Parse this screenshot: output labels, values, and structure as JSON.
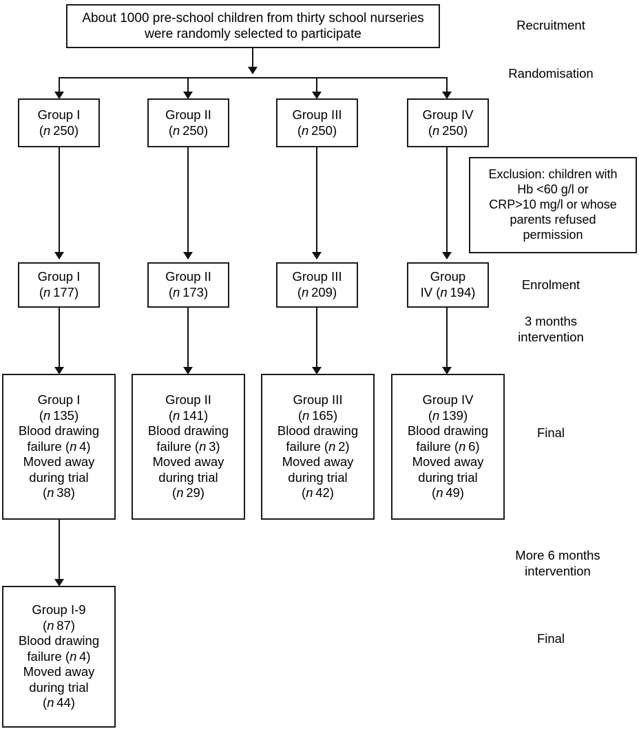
{
  "diagram": {
    "title_box": {
      "lines": [
        "About 1000 pre-school children from thirty school nurseries",
        "were randomly selected to participate"
      ]
    },
    "stage_labels": [
      {
        "name": "recruitment",
        "lines": [
          "Recruitment"
        ]
      },
      {
        "name": "randomisation",
        "lines": [
          "Randomisation"
        ]
      },
      {
        "name": "enrolment",
        "lines": [
          "Enrolment"
        ]
      },
      {
        "name": "three-months-intervention",
        "lines": [
          "3 months",
          "intervention"
        ]
      },
      {
        "name": "final-first",
        "lines": [
          "Final"
        ]
      },
      {
        "name": "more-six-months-intervention",
        "lines": [
          "More 6 months",
          "intervention"
        ]
      },
      {
        "name": "final-second",
        "lines": [
          "Final"
        ]
      }
    ],
    "randomisation_row": [
      {
        "name": "group-i",
        "lines": [
          "Group I",
          "(n 250)"
        ],
        "group": "Group I",
        "n": "250"
      },
      {
        "name": "group-ii",
        "lines": [
          "Group II",
          "(n 250)"
        ],
        "group": "Group II",
        "n": "250"
      },
      {
        "name": "group-iii",
        "lines": [
          "Group III",
          "(n 250)"
        ],
        "group": "Group III",
        "n": "250"
      },
      {
        "name": "group-iv",
        "lines": [
          "Group IV",
          "(n 250)"
        ],
        "group": "Group IV",
        "n": "250"
      }
    ],
    "exclusion_box": {
      "lines": [
        "Exclusion: children with",
        "Hb <60 g/l or",
        "CRP>10 mg/l or whose",
        "parents refused",
        "permission"
      ]
    },
    "enrolment_row": [
      {
        "name": "group-i",
        "lines": [
          "Group I",
          "(n 177)"
        ],
        "group": "Group I",
        "n": "177"
      },
      {
        "name": "group-ii",
        "lines": [
          "Group II",
          "(n 173)"
        ],
        "group": "Group II",
        "n": "173"
      },
      {
        "name": "group-iii",
        "lines": [
          "Group III",
          "(n 209)"
        ],
        "group": "Group III",
        "n": "209"
      },
      {
        "name": "group-iv",
        "lines": [
          "Group",
          "IV (n 194)"
        ],
        "group": "Group IV",
        "n": "194"
      }
    ],
    "final_row": [
      {
        "name": "group-i",
        "group": "Group I",
        "n": "135",
        "blood_drawing_failure_n": "4",
        "moved_away_n": "38",
        "lines": [
          "Group I",
          "(n 135)",
          "Blood drawing",
          "failure (n 4)",
          "Moved away",
          "during trial",
          "(n 38)"
        ]
      },
      {
        "name": "group-ii",
        "group": "Group II",
        "n": "141",
        "blood_drawing_failure_n": "3",
        "moved_away_n": "29",
        "lines": [
          "Group II",
          "(n 141)",
          "Blood drawing",
          "failure (n 3)",
          "Moved away",
          "during trial",
          "(n 29)"
        ]
      },
      {
        "name": "group-iii",
        "group": "Group III",
        "n": "165",
        "blood_drawing_failure_n": "2",
        "moved_away_n": "42",
        "lines": [
          "Group III",
          "(n 165)",
          "Blood drawing",
          "failure (n 2)",
          "Moved away",
          "during trial",
          "(n 42)"
        ]
      },
      {
        "name": "group-iv",
        "group": "Group IV",
        "n": "139",
        "blood_drawing_failure_n": "6",
        "moved_away_n": "49",
        "lines": [
          "Group IV",
          "(n 139)",
          "Blood drawing",
          "failure (n 6)",
          "Moved away",
          "during trial",
          "(n 49)"
        ]
      }
    ],
    "extended_box": {
      "name": "group-i-9",
      "group": "Group I-9",
      "n": "87",
      "blood_drawing_failure_n": "4",
      "moved_away_n": "44",
      "lines": [
        "Group I-9",
        "(n 87)",
        "Blood drawing",
        "failure (n 4)",
        "Moved away",
        "during trial",
        "(n 44)"
      ]
    },
    "colors": {
      "stroke": "#111111",
      "box_border": "#1a1a1a",
      "background": "#ffffff",
      "text": "#000000"
    }
  }
}
